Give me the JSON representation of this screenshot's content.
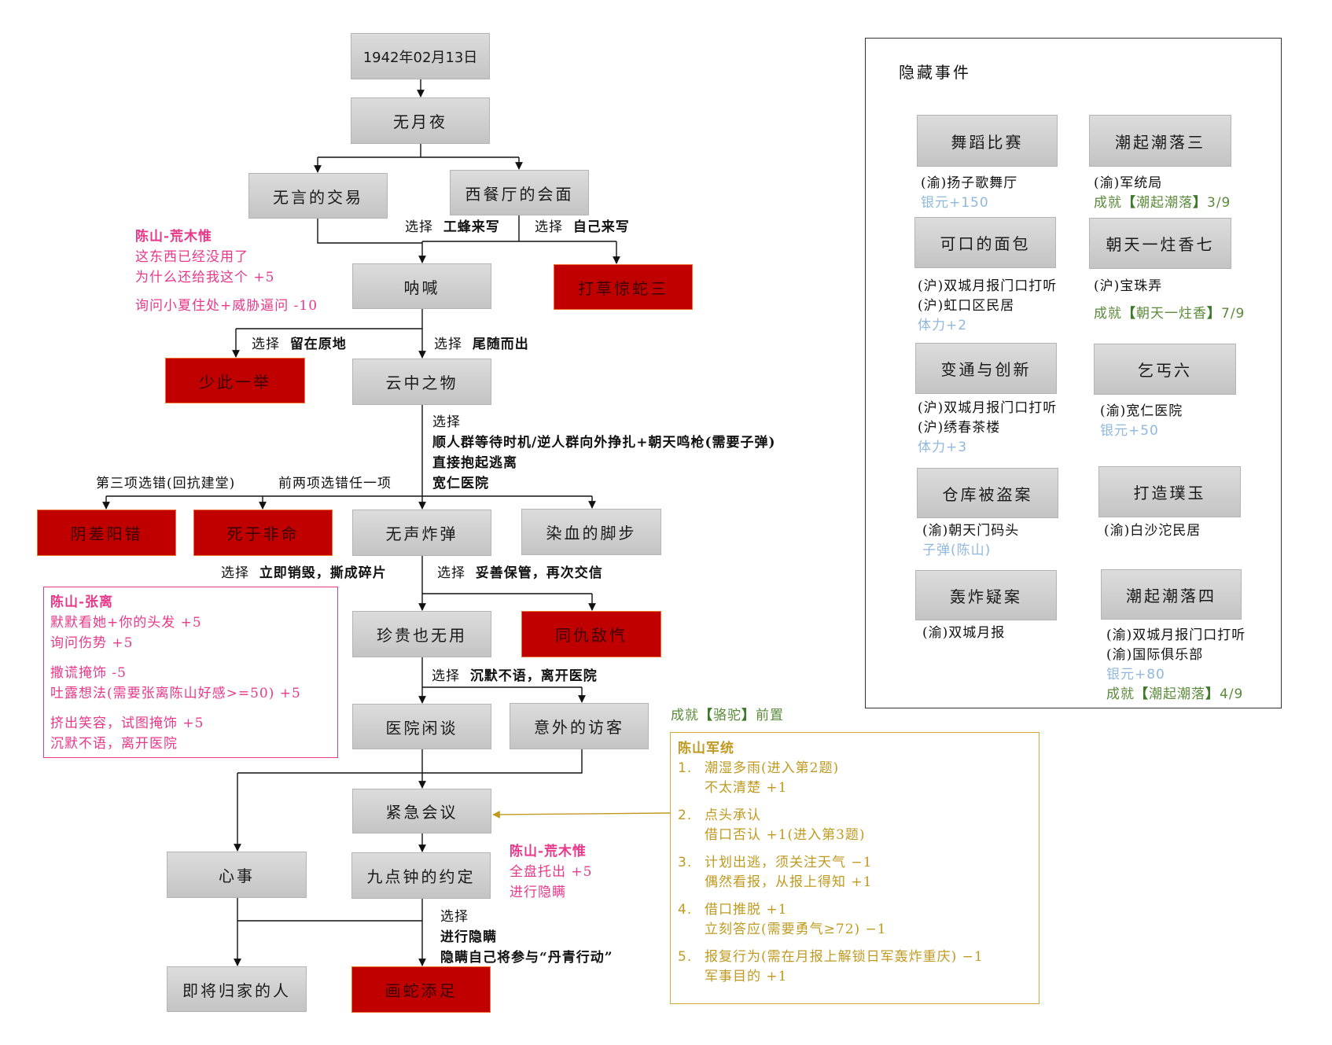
{
  "flow": {
    "nodes": {
      "date": "1942年02月13日",
      "moonless": "无月夜",
      "silent_trade": "无言的交易",
      "western_meeting": "西餐厅的会面",
      "shout": "呐喊",
      "alert_snake": "打草惊蛇三",
      "unnecessary": "少此一举",
      "cloud": "云中之物",
      "mismatch": "阴差阳错",
      "unnatural_death": "死于非命",
      "silent_bomb": "无声炸弹",
      "bloody_steps": "染血的脚步",
      "precious_useless": "珍贵也无用",
      "common_enemy": "同仇敌忾",
      "hospital_chat": "医院闲谈",
      "unexpected_visitor": "意外的访客",
      "emergency_meeting": "紧急会议",
      "heart_matter": "心事",
      "nine_oclock": "九点钟的约定",
      "homecoming": "即将归家的人",
      "superfluous": "画蛇添足"
    },
    "labels": {
      "bee_write": {
        "prefix": "选择",
        "choice": "工蜂来写"
      },
      "self_write": {
        "prefix": "选择",
        "choice": "自己来写"
      },
      "stay": {
        "prefix": "选择",
        "choice": "留在原地"
      },
      "follow": {
        "prefix": "选择",
        "choice": "尾随而出"
      },
      "cloud_choice": {
        "prefix": "选择",
        "lines": [
          "顺人群等待时机/逆人群向外挣扎+朝天鸣枪(需要子弹)",
          "直接抱起逃离",
          "宽仁医院"
        ]
      },
      "third_wrong": "第三项选错(回抗建堂)",
      "first_two_wrong": "前两项选错任一项",
      "destroy": {
        "prefix": "选择",
        "choice": "立即销毁，撕成碎片"
      },
      "keep": {
        "prefix": "选择",
        "choice": "妥善保管，再次交信"
      },
      "silent_leave": {
        "prefix": "选择",
        "choice": "沉默不语，离开医院"
      },
      "conceal": {
        "prefix": "选择",
        "lines": [
          "进行隐瞒",
          "隐瞒自己将参与“丹青行动”"
        ]
      }
    },
    "annotations": {
      "arakimei_1": {
        "title": "陈山-荒木惟",
        "lines": [
          "这东西已经没用了",
          "为什么还给我这个  +5",
          "询问小夏住处+威胁逼问  -10"
        ]
      },
      "zhangli": {
        "title": "陈山-张离",
        "lines": [
          "默默看她+你的头发  +5",
          "询问伤势  +5",
          "撒谎掩饰  -5",
          "吐露想法(需要张离陈山好感>=50)  +5",
          "挤出笑容，试图掩饰  +5",
          "沉默不语，离开医院"
        ]
      },
      "arakimei_2": {
        "title": "陈山-荒木惟",
        "lines": [
          "全盘托出  +5",
          "进行隐瞒"
        ]
      },
      "camel_prereq": {
        "prefix": "成就",
        "bracket_open": "【",
        "name": "骆驼",
        "bracket_close": "】",
        "suffix": "前置"
      },
      "juntong": {
        "title": "陈山军统",
        "items": [
          {
            "num": "1.",
            "lines": [
              "潮湿多雨(进入第2题)",
              "不太清楚  +1"
            ]
          },
          {
            "num": "2.",
            "lines": [
              "点头承认",
              "借口否认  +1(进入第3题)"
            ]
          },
          {
            "num": "3.",
            "lines": [
              "计划出逃，须关注天气  −1",
              "偶然看报，从报上得知  +1"
            ]
          },
          {
            "num": "4.",
            "lines": [
              "借口推脱  +1",
              "立刻答应(需要勇气≥72)  −1"
            ]
          },
          {
            "num": "5.",
            "lines": [
              "报复行为(需在月报上解锁日军轰炸重庆)  −1",
              "军事目的  +1"
            ]
          }
        ]
      }
    }
  },
  "hidden_events": {
    "title": "隐藏事件",
    "events": [
      {
        "name": "舞蹈比赛",
        "locations": [
          "(渝)扬子歌舞厅"
        ],
        "reward": "银元+150",
        "achievement": null
      },
      {
        "name": "潮起潮落三",
        "locations": [
          "(渝)军统局"
        ],
        "reward": null,
        "achievement": {
          "name": "潮起潮落",
          "progress": "3/9"
        }
      },
      {
        "name": "可口的面包",
        "locations": [
          "(沪)双城月报门口打听",
          "(沪)虹口区民居"
        ],
        "reward": "体力+2",
        "achievement": null
      },
      {
        "name": "朝天一炷香七",
        "locations": [
          "(沪)宝珠弄"
        ],
        "reward": null,
        "achievement": {
          "name": "朝天一炷香",
          "progress": "7/9"
        }
      },
      {
        "name": "变通与创新",
        "locations": [
          "(沪)双城月报门口打听",
          "(沪)绣春茶楼"
        ],
        "reward": "体力+3",
        "achievement": null
      },
      {
        "name": "乞丐六",
        "locations": [
          "(渝)宽仁医院"
        ],
        "reward": "银元+50",
        "achievement": null
      },
      {
        "name": "仓库被盗案",
        "locations": [
          "(渝)朝天门码头"
        ],
        "reward": "子弹(陈山)",
        "achievement": null
      },
      {
        "name": "打造璞玉",
        "locations": [
          "(渝)白沙沱民居"
        ],
        "reward": null,
        "achievement": null
      },
      {
        "name": "轰炸疑案",
        "locations": [
          "(渝)双城月报"
        ],
        "reward": null,
        "achievement": null
      },
      {
        "name": "潮起潮落四",
        "locations": [
          "(渝)双城月报门口打听",
          "(渝)国际俱乐部"
        ],
        "reward": "银元+80",
        "achievement": {
          "name": "潮起潮落",
          "progress": "4/9"
        }
      }
    ],
    "achievement_prefix": "成就"
  },
  "colors": {
    "fail_node": "#c00000",
    "normal_node": "#d0d0d0",
    "relation_pink": "#e8388a",
    "juntong_gold": "#c09a20",
    "achievement_green": "#5a8a3a",
    "reward_blue": "#90b8dd"
  }
}
